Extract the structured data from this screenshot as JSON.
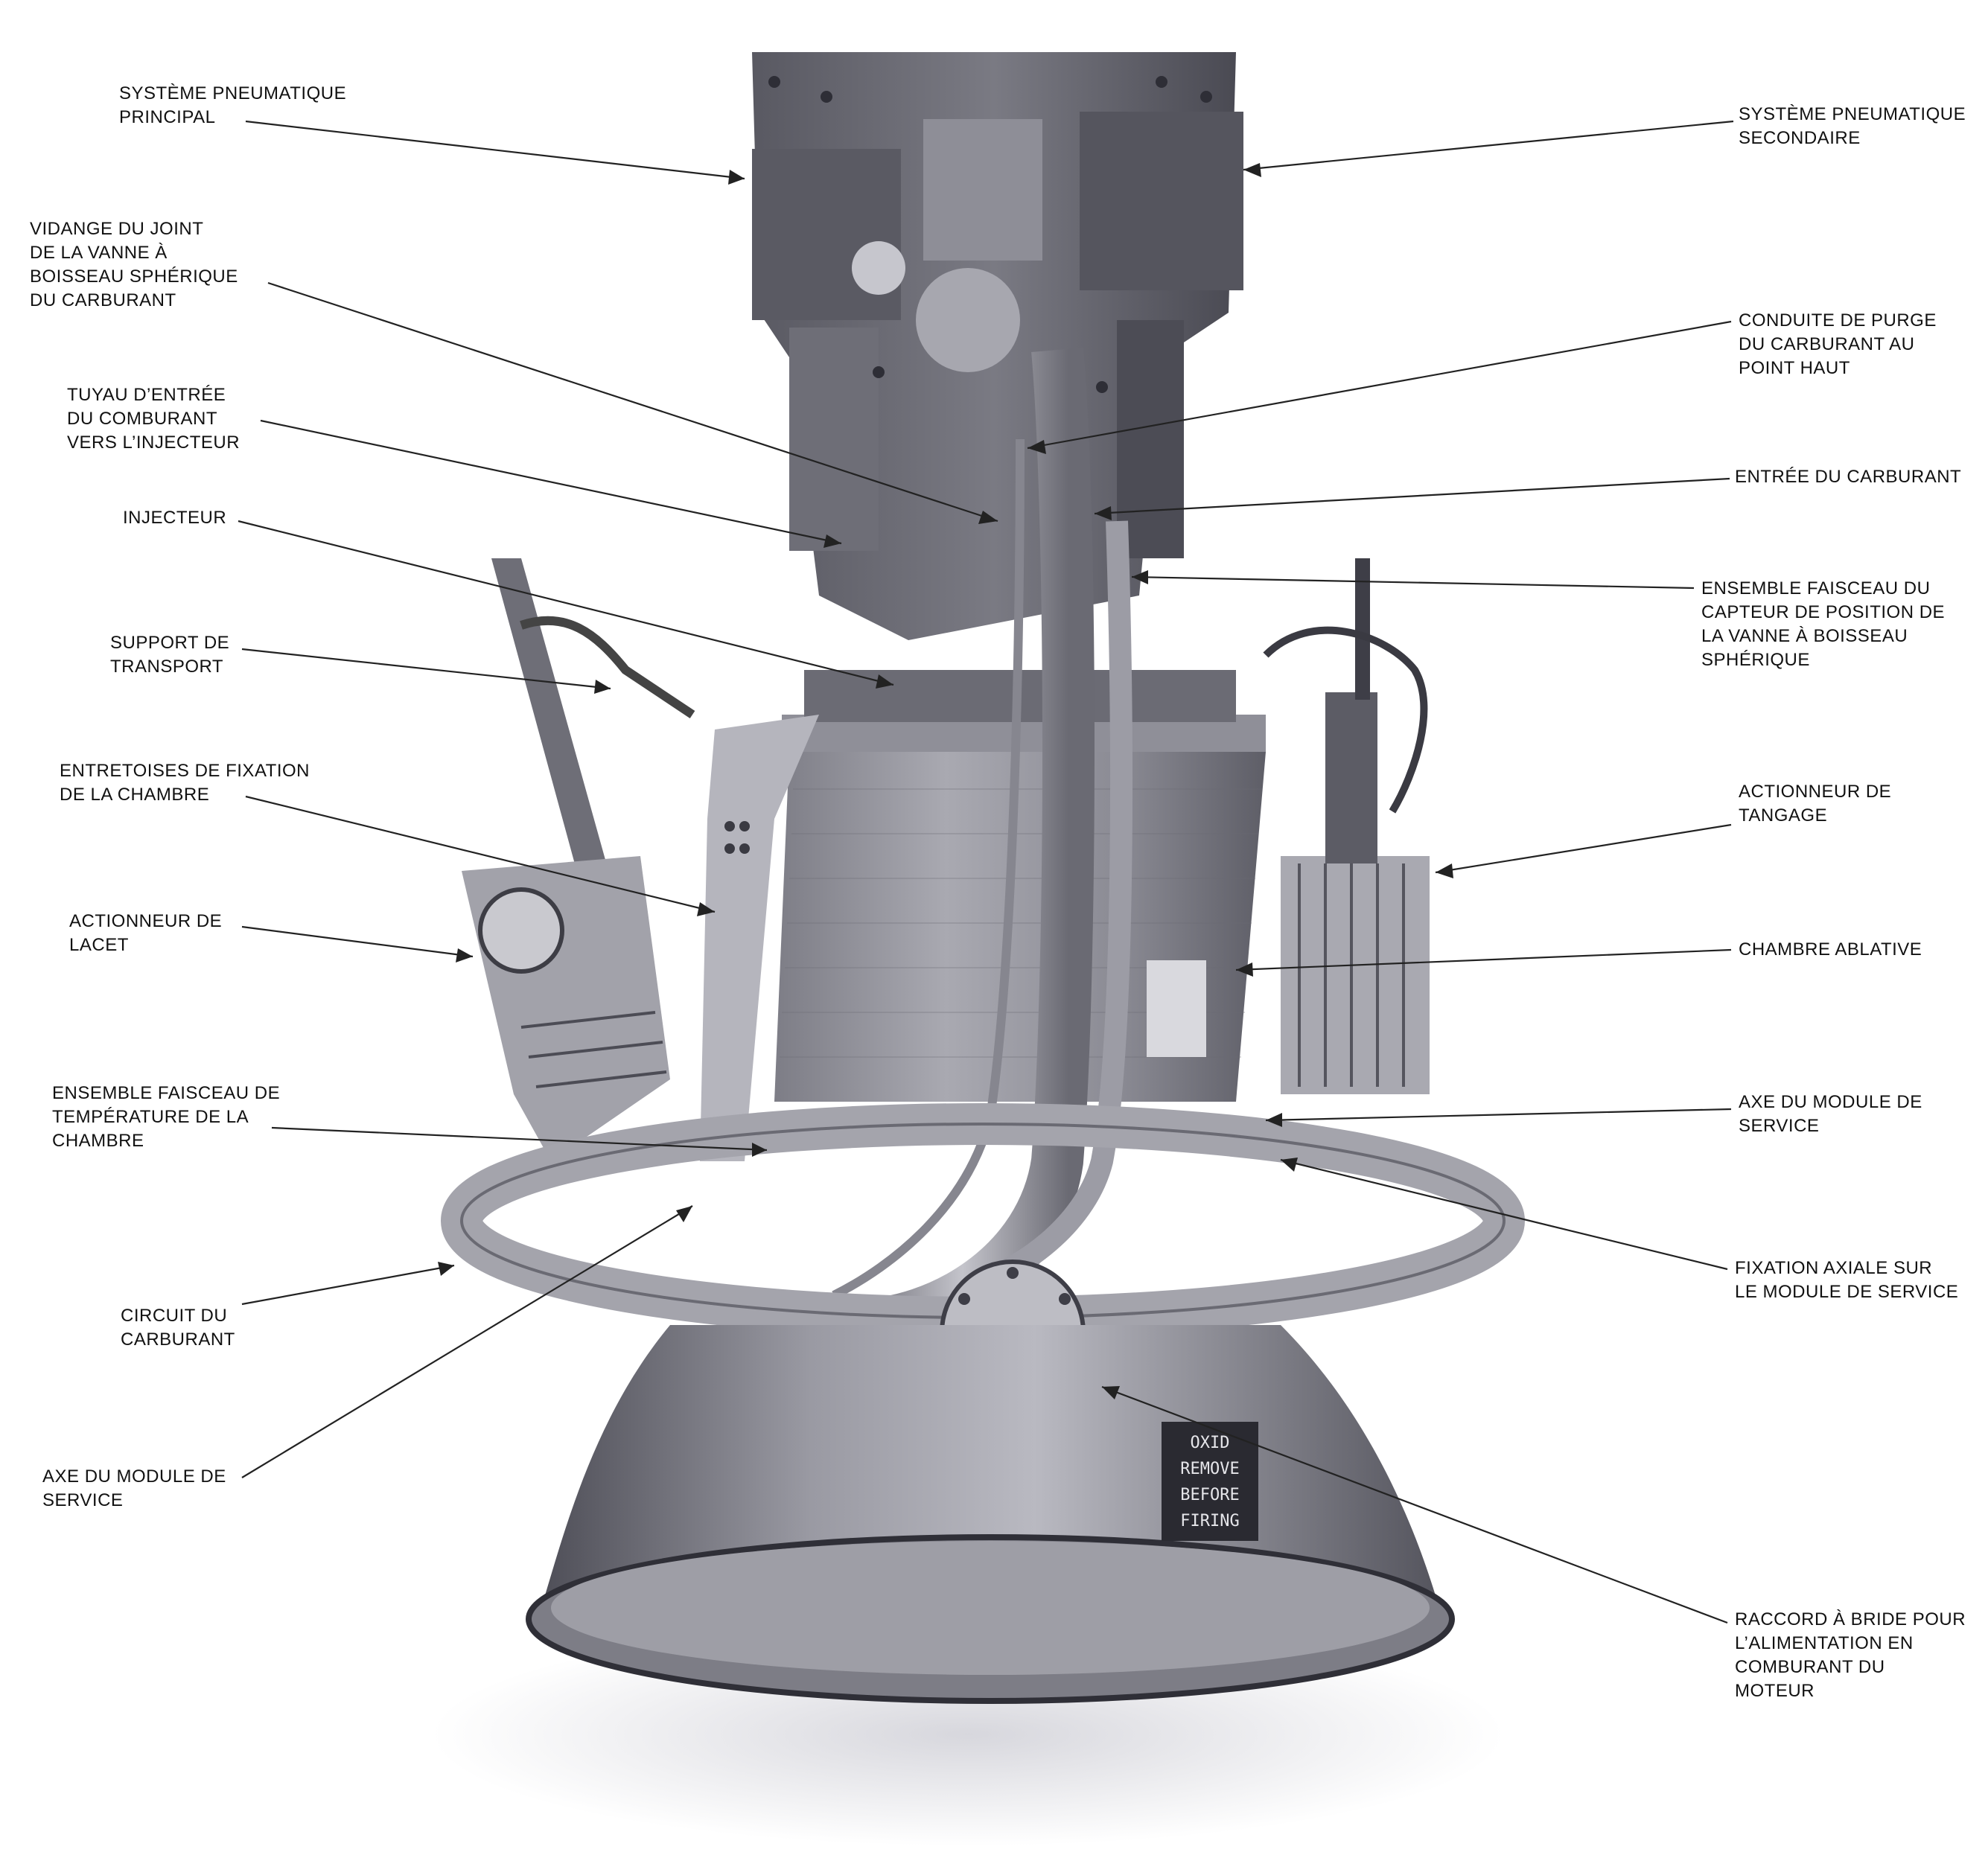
{
  "labels": {
    "pneumatique_principal": [
      "SYSTÈME PNEUMATIQUE",
      "PRINCIPAL"
    ],
    "pneumatique_secondaire": [
      "SYSTÈME PNEUMATIQUE",
      "SECONDAIRE"
    ],
    "vidange_joint": [
      "VIDANGE DU JOINT",
      "DE LA VANNE À",
      "BOISSEAU SPHÉRIQUE",
      "DU CARBURANT"
    ],
    "conduite_purge": [
      "CONDUITE DE PURGE",
      "DU CARBURANT AU",
      "POINT HAUT"
    ],
    "tuyau_entree": [
      "TUYAU D’ENTRÉE",
      "DU COMBURANT",
      "VERS L’INJECTEUR"
    ],
    "entree_carburant": [
      "ENTRÉE DU CARBURANT"
    ],
    "injecteur": [
      "INJECTEUR"
    ],
    "faisceau_capteur": [
      "ENSEMBLE FAISCEAU DU",
      "CAPTEUR DE POSITION DE",
      "LA VANNE À BOISSEAU",
      "SPHÉRIQUE"
    ],
    "support_transport": [
      "SUPPORT DE",
      "TRANSPORT"
    ],
    "entretoises": [
      "ENTRETOISES DE FIXATION",
      "DE LA CHAMBRE"
    ],
    "actionneur_tangage": [
      "ACTIONNEUR DE",
      "TANGAGE"
    ],
    "actionneur_lacet": [
      "ACTIONNEUR DE",
      "LACET"
    ],
    "chambre_ablative": [
      "CHAMBRE ABLATIVE"
    ],
    "faisceau_temperature": [
      "ENSEMBLE FAISCEAU DE",
      "TEMPÉRATURE DE LA",
      "CHAMBRE"
    ],
    "axe_module_droite": [
      "AXE DU MODULE DE",
      "SERVICE"
    ],
    "fixation_axiale": [
      "FIXATION AXIALE SUR",
      "LE MODULE DE SERVICE"
    ],
    "circuit_carburant": [
      "CIRCUIT DU",
      "CARBURANT"
    ],
    "axe_module_gauche": [
      "AXE DU MODULE DE",
      "SERVICE"
    ],
    "raccord_bride": [
      "RACCORD À BRIDE POUR",
      "L’ALIMENTATION EN",
      "COMBURANT DU",
      "MOTEUR"
    ]
  },
  "placard_text": [
    "OXID",
    "REMOVE",
    "BEFORE",
    "FIRING"
  ],
  "colors": {
    "background": "#ffffff",
    "metal_light": "#c9c9cf",
    "metal_mid": "#8e8e96",
    "metal_dark": "#3c3c44",
    "label": "#111111"
  }
}
